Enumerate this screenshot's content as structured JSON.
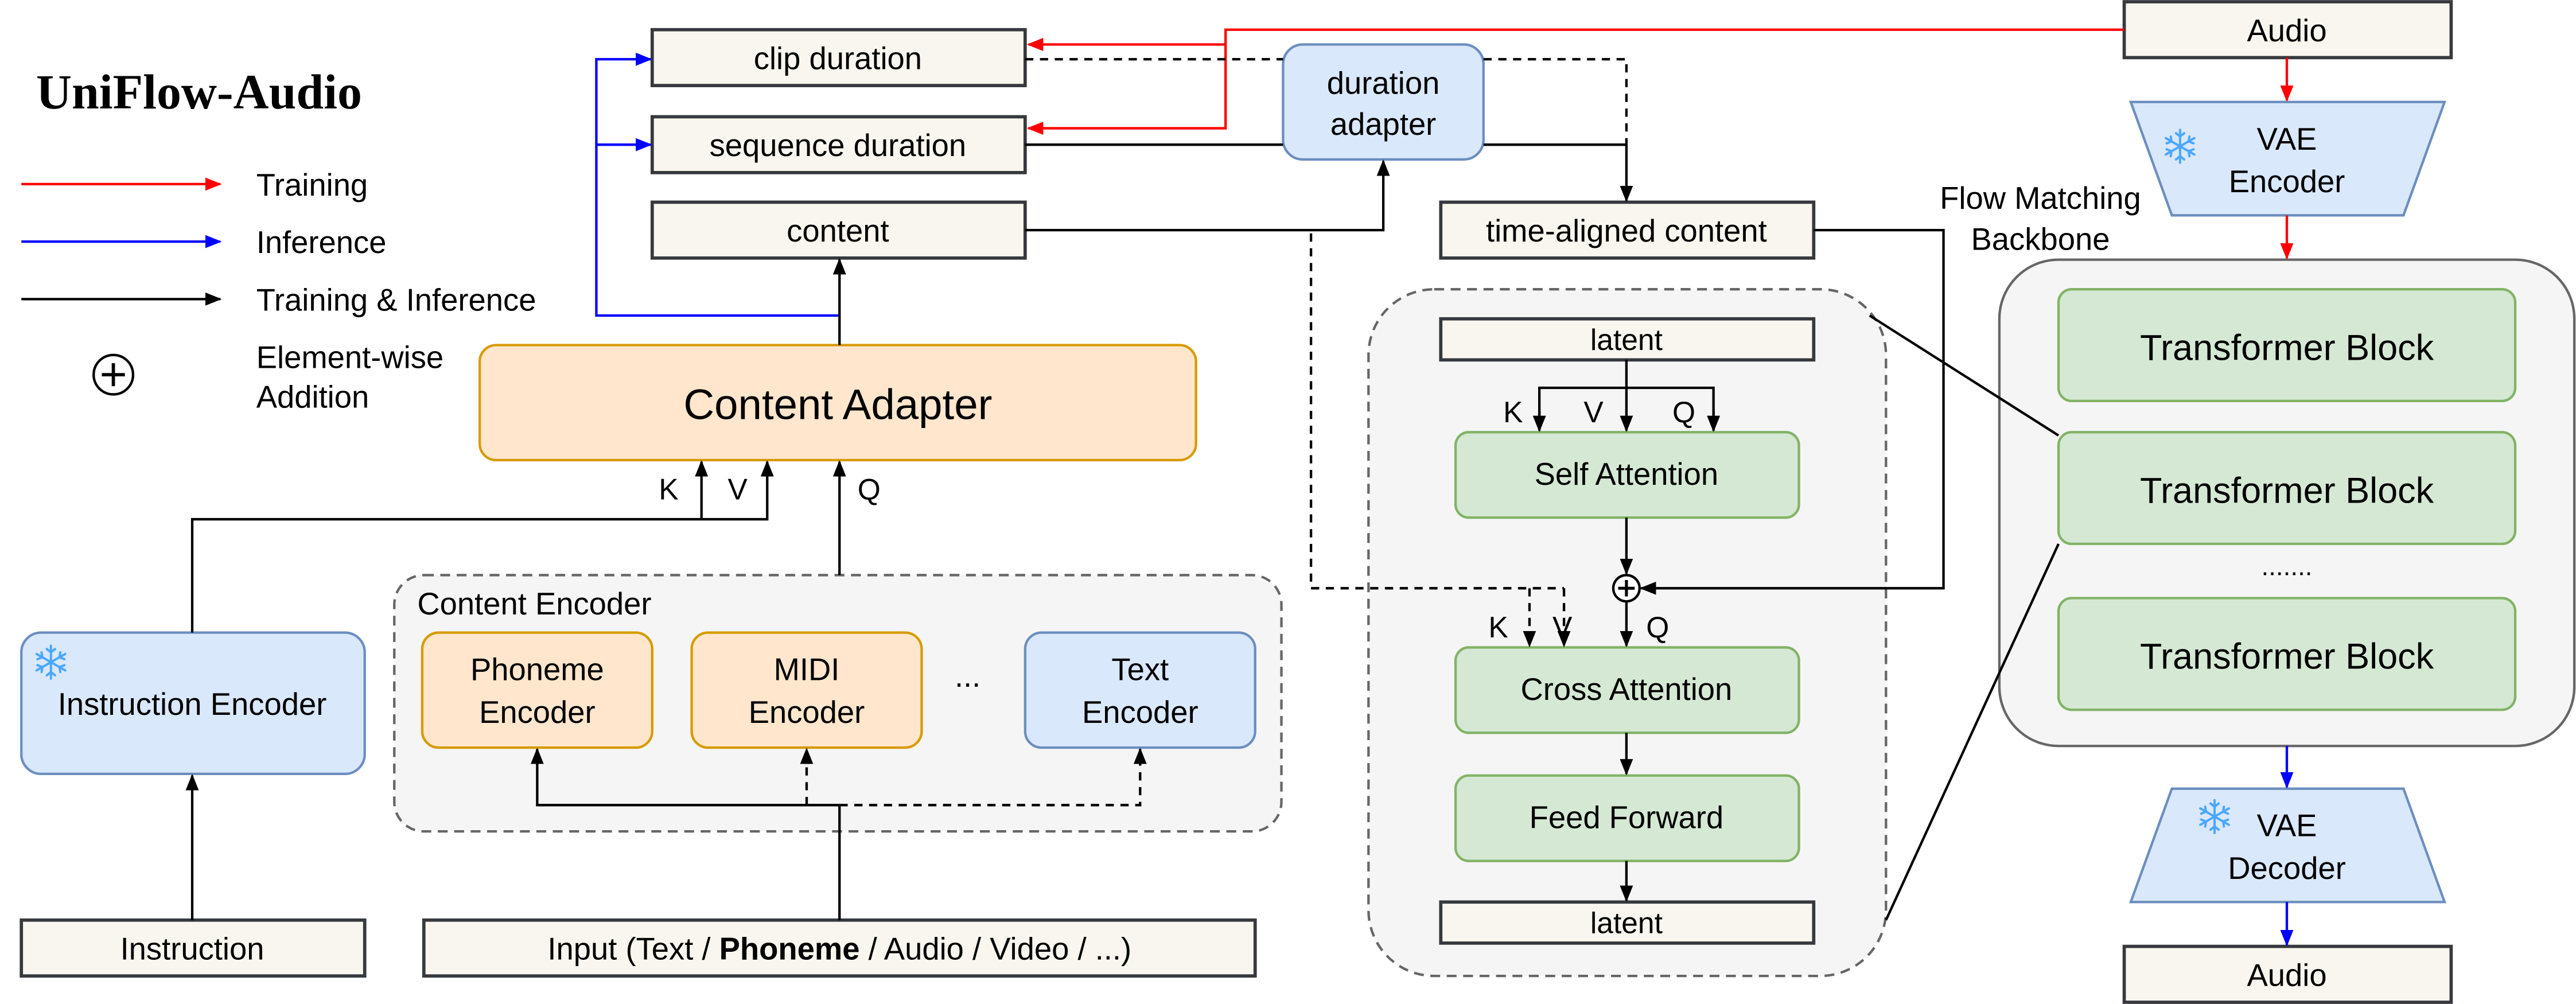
{
  "title": "UniFlow-Audio",
  "legend": {
    "training": "Training",
    "inference": "Inference",
    "training_inference": "Training & Inference",
    "addition_line1": "Element-wise",
    "addition_line2": "Addition"
  },
  "colors": {
    "training": "#ff0000",
    "inference": "#0000ff",
    "training_inference": "#000000",
    "cream_fill": "#f8f6ee",
    "blue_fill": "#dae8fc",
    "orange_fill": "#ffe6cc",
    "green_fill": "#d5e8d4",
    "group_fill": "#f5f5f5"
  },
  "outputs": {
    "clip_duration": "clip duration",
    "sequence_duration": "sequence duration",
    "content": "content",
    "time_aligned_content": "time-aligned content"
  },
  "duration_adapter": {
    "line1": "duration",
    "line2": "adapter"
  },
  "content_adapter": {
    "label": "Content Adapter",
    "k": "K",
    "v": "V",
    "q": "Q"
  },
  "content_encoder": {
    "label": "Content Encoder",
    "phoneme": {
      "line1": "Phoneme",
      "line2": "Encoder"
    },
    "midi": {
      "line1": "MIDI",
      "line2": "Encoder"
    },
    "ellipsis": "...",
    "text": {
      "line1": "Text",
      "line2": "Encoder"
    }
  },
  "instruction_encoder": {
    "label": "Instruction Encoder",
    "frozen": true
  },
  "inputs": {
    "instruction": "Instruction",
    "input_prefix": "Input (Text / ",
    "input_bold": "Phoneme",
    "input_suffix": " / Audio / Video / ...)"
  },
  "dit_block": {
    "latent_in": "latent",
    "self_attention": "Self Attention",
    "cross_attention": "Cross Attention",
    "feed_forward": "Feed Forward",
    "latent_out": "latent",
    "sa_k": "K",
    "sa_v": "V",
    "sa_q": "Q",
    "ca_k": "K",
    "ca_v": "V",
    "ca_q": "Q"
  },
  "backbone": {
    "label_line1": "Flow Matching",
    "label_line2": "Backbone",
    "blocks": [
      "Transformer Block",
      "Transformer Block",
      "Transformer Block"
    ],
    "ellipsis": "......."
  },
  "vae": {
    "audio_in": "Audio",
    "encoder_line1": "VAE",
    "encoder_line2": "Encoder",
    "decoder_line1": "VAE",
    "decoder_line2": "Decoder",
    "audio_out": "Audio"
  }
}
